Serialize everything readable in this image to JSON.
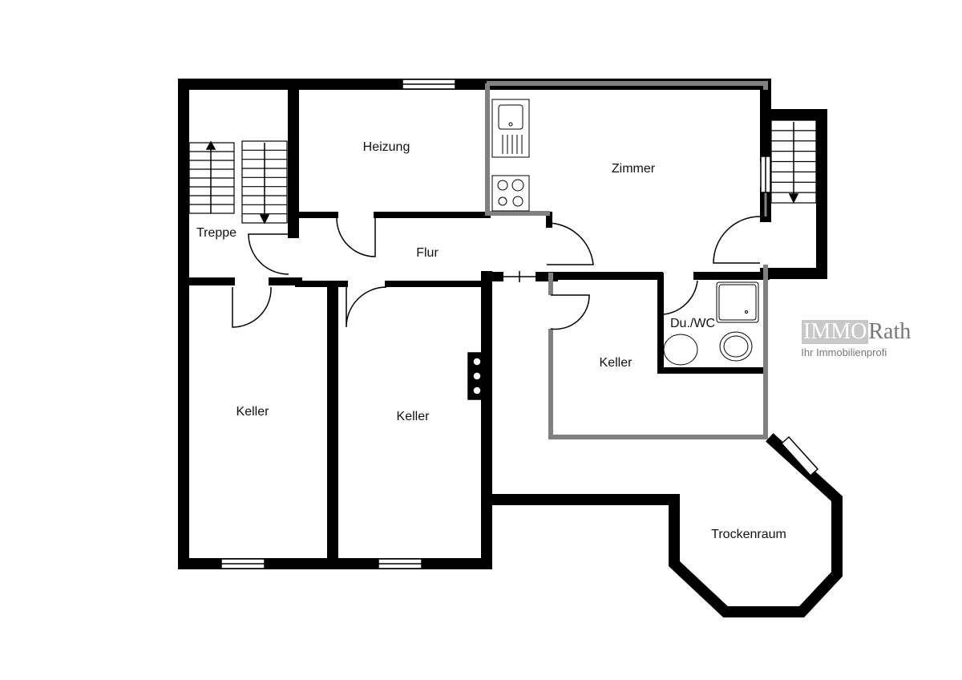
{
  "rooms": {
    "treppe": "Treppe",
    "heizung": "Heizung",
    "flur": "Flur",
    "zimmer": "Zimmer",
    "du_wc": "Du./WC",
    "keller_1": "Keller",
    "keller_2": "Keller",
    "keller_3": "Keller",
    "trockenraum": "Trockenraum"
  },
  "logo": {
    "part1": "IMMO",
    "part2": "Rath",
    "tagline": "Ihr Immobilienprofi"
  },
  "colors": {
    "wall": "#000000",
    "inner_wall": "#808080",
    "logo_gray": "#c8c8c8"
  }
}
